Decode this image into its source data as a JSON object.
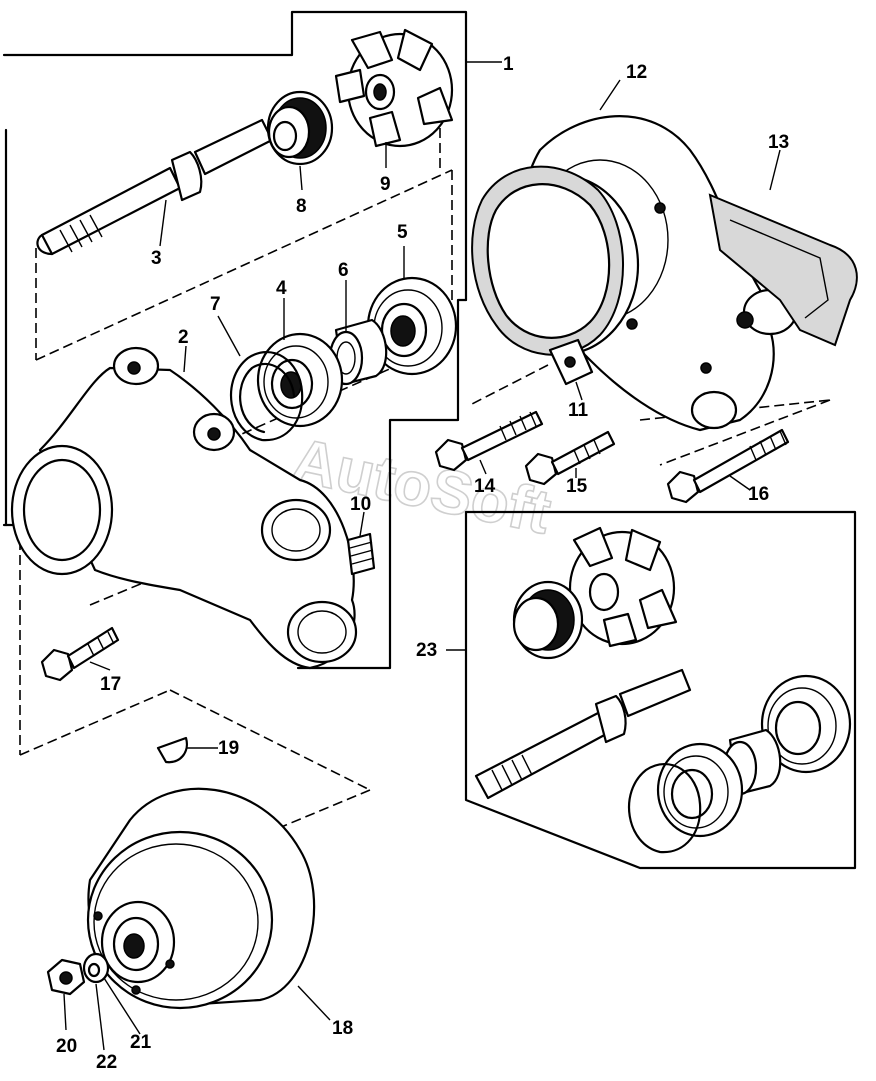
{
  "diagram": {
    "watermark": "AutoSoft",
    "callouts": {
      "c1": "1",
      "c2": "2",
      "c3": "3",
      "c4": "4",
      "c5": "5",
      "c6": "6",
      "c7": "7",
      "c8": "8",
      "c9": "9",
      "c10": "10",
      "c11": "11",
      "c12": "12",
      "c13": "13",
      "c14": "14",
      "c15": "15",
      "c16": "16",
      "c17": "17",
      "c18": "18",
      "c19": "19",
      "c20": "20",
      "c21": "21",
      "c22": "22",
      "c23": "23"
    }
  }
}
